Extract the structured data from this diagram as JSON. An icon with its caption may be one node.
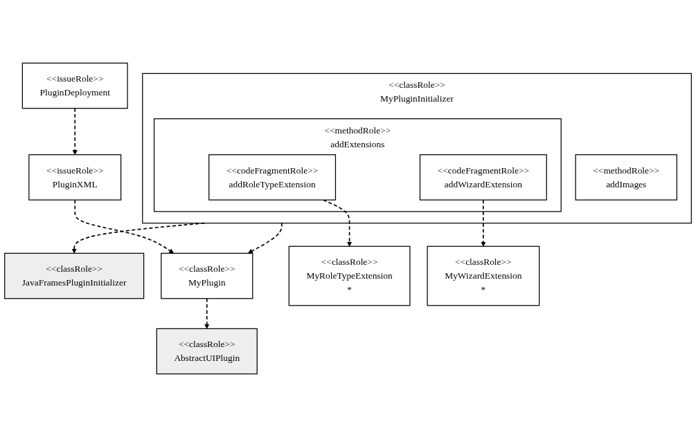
{
  "diagram": {
    "nodes": [
      {
        "text": [
          "<<classRole>>",
          "JavaFramesPluginInitializer"
        ]
      },
      {
        "text": [
          "<<classRole>>",
          "AbstractUIPlugin"
        ]
      },
      {
        "text": [
          "<<classRole>>",
          "MyPluginInitializer"
        ]
      },
      {
        "text": [
          "<<methodRole>>",
          "addExtensions"
        ],
        "in": 2
      },
      {
        "text": [
          "<<codeFragmentRole>>",
          "addRoleTypeExtension"
        ],
        "in": 3
      },
      {
        "text": [
          "<<codeFragmentRole>>",
          "addWizardExtension"
        ],
        "in": 3
      },
      {
        "text": [
          "<<methodRole>>",
          "addImages"
        ],
        "in": 2
      },
      {
        "text": [
          "<<classRole>>",
          "MyPlugin"
        ]
      },
      {
        "text": [
          "<<issueRole>>",
          "PluginXML"
        ]
      },
      {
        "text": [
          "<<issueRole>>",
          "PluginDeployment"
        ]
      },
      {
        "text": [
          "<<classRole>>",
          "MyRoleTypeExtension",
          "*"
        ]
      },
      {
        "text": [
          "<<classRole>>",
          "MyWizardExtension",
          "*"
        ]
      }
    ],
    "edges": [
      {
        "from": 2,
        "to": 0,
        "arrow": "to",
        "style": "dashed"
      },
      {
        "from": 2,
        "to": 7,
        "arrow": "to",
        "style": "dashed"
      },
      {
        "from": 7,
        "to": 1,
        "arrow": "to",
        "style": "dashed"
      },
      {
        "from": 8,
        "to": 7,
        "arrow": "to",
        "style": "dashed"
      },
      {
        "from": 9,
        "to": 8,
        "arrow": "to",
        "style": "dashed"
      },
      {
        "from": 4,
        "to": 10,
        "arrow": "to",
        "style": "dashed"
      },
      {
        "from": 5,
        "to": 11,
        "arrow": "to",
        "style": "dashed"
      }
    ]
  }
}
